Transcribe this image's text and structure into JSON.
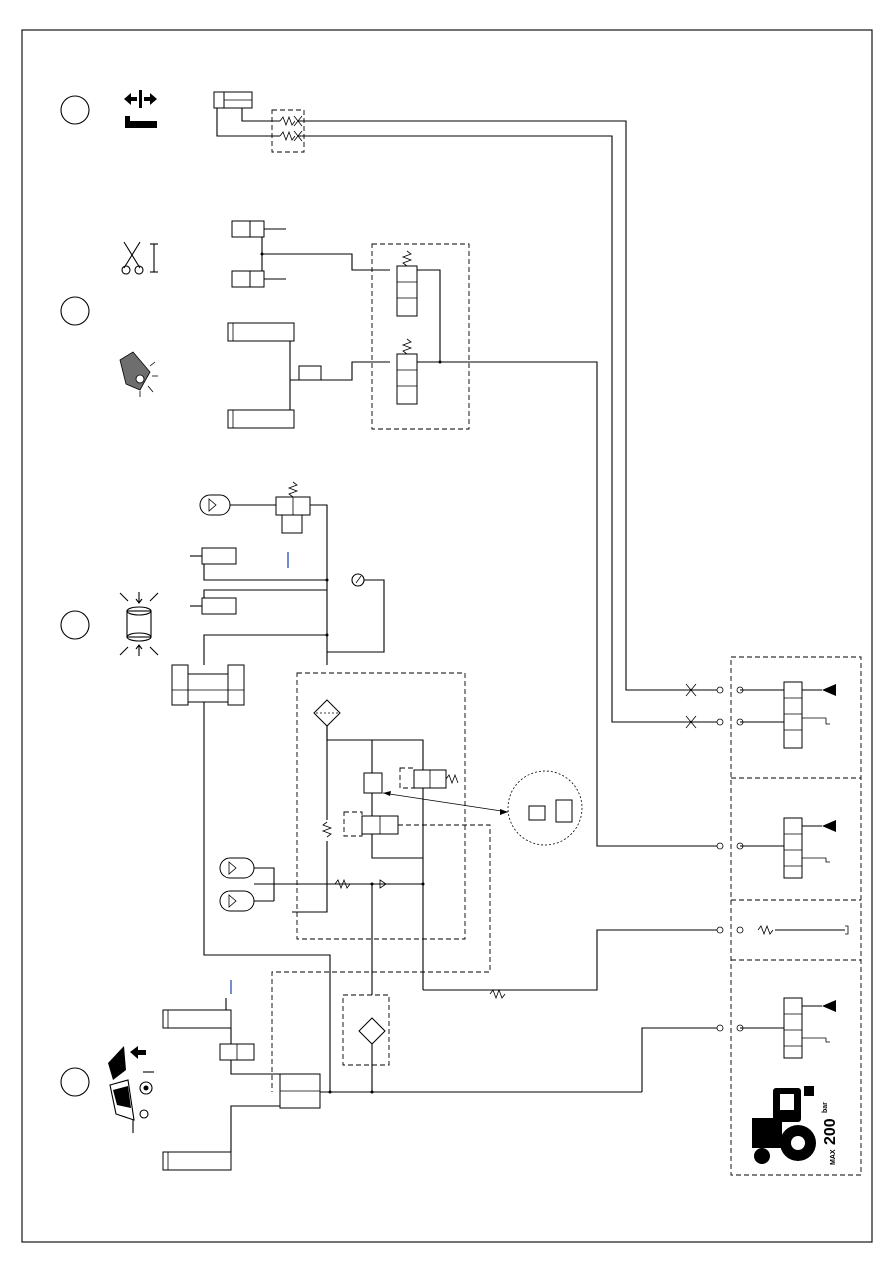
{
  "diagram": {
    "max_pressure_label": "MAX",
    "max_pressure_value": "200",
    "pressure_unit": "bar"
  },
  "colors": {
    "line": "#000000",
    "accent_marks": "#1a3fb0",
    "icon_fill": "#6e6e6e"
  },
  "icons": [
    "shift-arrows-icon",
    "knife-wrench-icon",
    "drop-valve-icon",
    "compression-cylinder-icon",
    "net-wrap-icon",
    "tractor-icon"
  ]
}
